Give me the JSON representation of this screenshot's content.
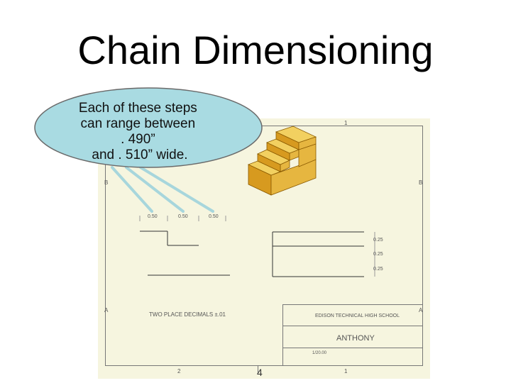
{
  "slide": {
    "title": "Chain Dimensioning",
    "callout_lines": [
      "Each of these steps",
      "can range between",
      ". 490”",
      "and . 510” wide."
    ],
    "page_number": "4"
  },
  "drawing": {
    "zones_top": [
      "1"
    ],
    "zones_bottom": [
      "2",
      "1"
    ],
    "zones_side": [
      "B",
      "A"
    ],
    "dims_horizontal": [
      "0.50",
      "0.50",
      "0.50"
    ],
    "dims_vertical": [
      "0.25",
      "0.25",
      "0.25"
    ],
    "tolerance_note": "TWO PLACE DECIMALS ±.01",
    "title_block": {
      "school": "EDISON TECHNICAL HIGH SCHOOL",
      "name": "ANTHONY",
      "scale": "1/20.00"
    }
  }
}
